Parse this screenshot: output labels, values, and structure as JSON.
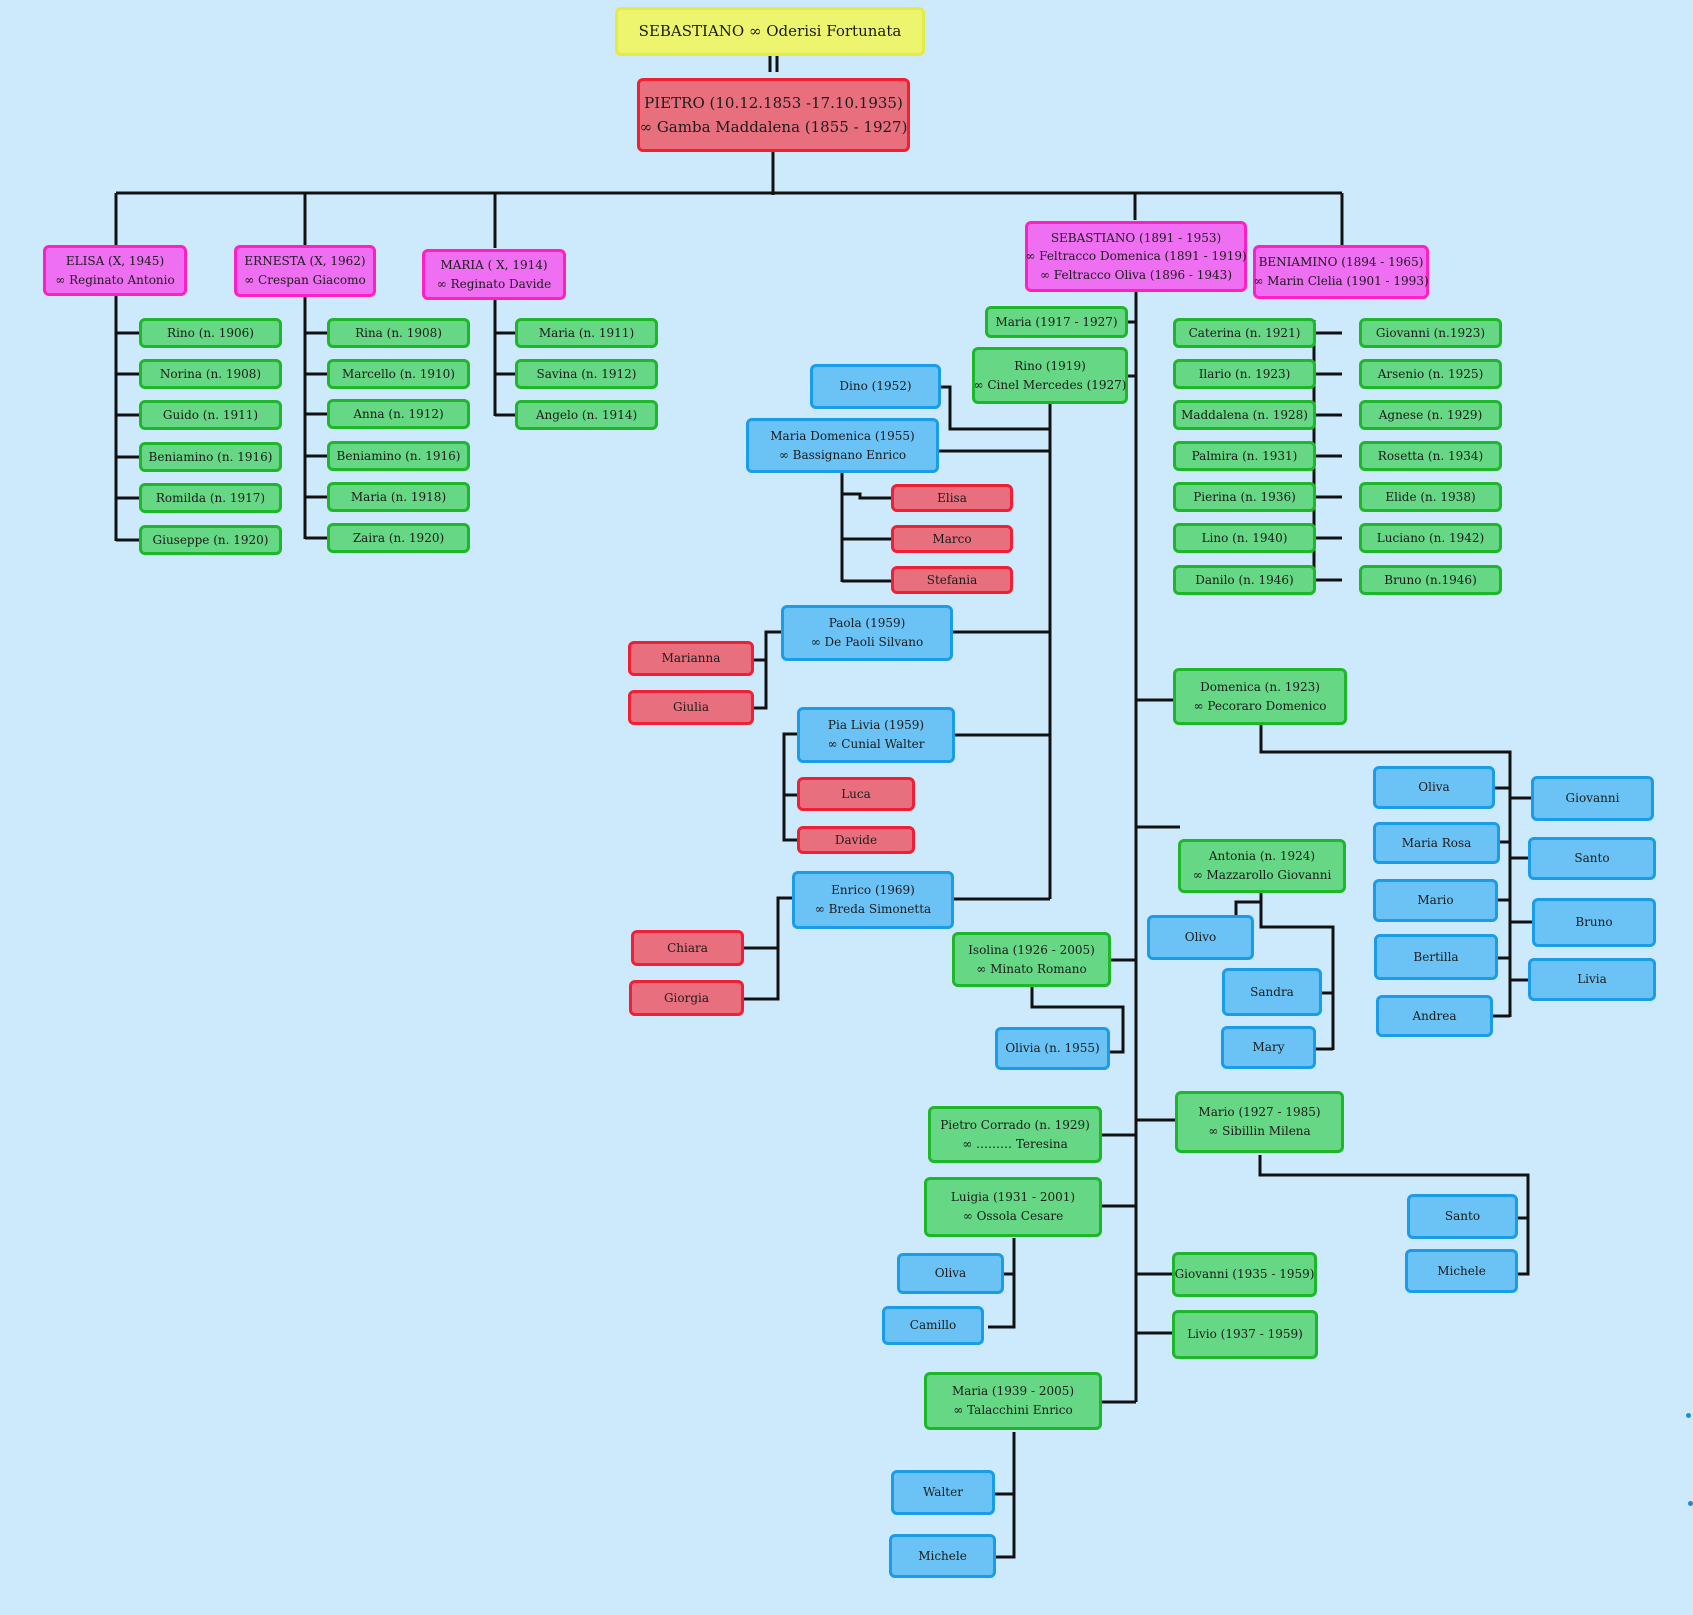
{
  "nodes": {
    "root": {
      "l1": "SEBASTIANO  ∞ Oderisi Fortunata"
    },
    "pietro": {
      "l1": "PIETRO (10.12.1853 -17.10.1935)",
      "l2": "∞ Gamba Maddalena (1855 - 1927)"
    },
    "elisa": {
      "l1": "ELISA (X, 1945)",
      "l2": "∞ Reginato Antonio"
    },
    "ernesta": {
      "l1": "ERNESTA (X, 1962)",
      "l2": "∞ Crespan Giacomo"
    },
    "maria_x": {
      "l1": "MARIA ( X, 1914)",
      "l2": "∞ Reginato Davide"
    },
    "sebastiano2": {
      "l1": "SEBASTIANO (1891 - 1953)",
      "l2": "∞ Feltracco Domenica (1891 - 1919)",
      "l3": "∞ Feltracco Oliva (1896 - 1943)"
    },
    "beniamino": {
      "l1": "BENIAMINO (1894 - 1965)",
      "l2": "∞ Marin Clelia (1901 - 1993)"
    },
    "e1": {
      "l1": "Rino (n. 1906)"
    },
    "e2": {
      "l1": "Norina (n. 1908)"
    },
    "e3": {
      "l1": "Guido (n. 1911)"
    },
    "e4": {
      "l1": "Beniamino (n. 1916)"
    },
    "e5": {
      "l1": "Romilda (n. 1917)"
    },
    "e6": {
      "l1": "Giuseppe (n. 1920)"
    },
    "n1": {
      "l1": "Rina (n. 1908)"
    },
    "n2": {
      "l1": "Marcello (n. 1910)"
    },
    "n3": {
      "l1": "Anna (n. 1912)"
    },
    "n4": {
      "l1": "Beniamino (n. 1916)"
    },
    "n5": {
      "l1": "Maria (n. 1918)"
    },
    "n6": {
      "l1": "Zaira (n. 1920)"
    },
    "mx1": {
      "l1": "Maria (n. 1911)"
    },
    "mx2": {
      "l1": "Savina (n. 1912)"
    },
    "mx3": {
      "l1": "Angelo (n. 1914)"
    },
    "s_maria": {
      "l1": "Maria (1917 - 1927)"
    },
    "s_rino": {
      "l1": "Rino (1919)",
      "l2": "∞ Cinel Mercedes (1927)"
    },
    "dino": {
      "l1": "Dino (1952)"
    },
    "mariadom": {
      "l1": "Maria Domenica (1955)",
      "l2": "∞ Bassignano Enrico"
    },
    "elisa2": {
      "l1": "Elisa"
    },
    "marco": {
      "l1": "Marco"
    },
    "stefania": {
      "l1": "Stefania"
    },
    "paola": {
      "l1": "Paola (1959)",
      "l2": "∞ De Paoli Silvano"
    },
    "marianna": {
      "l1": "Marianna"
    },
    "giulia": {
      "l1": "Giulia"
    },
    "pialivia": {
      "l1": "Pia Livia (1959)",
      "l2": "∞ Cunial Walter"
    },
    "luca": {
      "l1": "Luca"
    },
    "davide": {
      "l1": "Davide"
    },
    "enrico": {
      "l1": "Enrico (1969)",
      "l2": "∞ Breda Simonetta"
    },
    "chiara": {
      "l1": "Chiara"
    },
    "giorgia": {
      "l1": "Giorgia"
    },
    "b1": {
      "l1": "Caterina (n. 1921)"
    },
    "b2": {
      "l1": "Ilario (n. 1923)"
    },
    "b3": {
      "l1": "Maddalena (n. 1928)"
    },
    "b4": {
      "l1": "Palmira (n. 1931)"
    },
    "b5": {
      "l1": "Pierina (n. 1936)"
    },
    "b6": {
      "l1": "Lino (n. 1940)"
    },
    "b7": {
      "l1": "Danilo (n. 1946)"
    },
    "c1": {
      "l1": "Giovanni (n.1923)"
    },
    "c2": {
      "l1": "Arsenio (n. 1925)"
    },
    "c3": {
      "l1": "Agnese (n. 1929)"
    },
    "c4": {
      "l1": "Rosetta (n. 1934)"
    },
    "c5": {
      "l1": "Elide (n. 1938)"
    },
    "c6": {
      "l1": "Luciano (n. 1942)"
    },
    "c7": {
      "l1": "Bruno (n.1946)"
    },
    "domenica": {
      "l1": "Domenica (n. 1923)",
      "l2": "∞ Pecoraro Domenico"
    },
    "d_oliva": {
      "l1": "Oliva"
    },
    "d_mariarosa": {
      "l1": "Maria Rosa"
    },
    "d_mario": {
      "l1": "Mario"
    },
    "d_bertilla": {
      "l1": "Bertilla"
    },
    "d_andrea": {
      "l1": "Andrea"
    },
    "d_giovanni": {
      "l1": "Giovanni"
    },
    "d_santo": {
      "l1": "Santo"
    },
    "d_bruno": {
      "l1": "Bruno"
    },
    "d_livia": {
      "l1": "Livia"
    },
    "antonia": {
      "l1": "Antonia (n. 1924)",
      "l2": "∞ Mazzarollo Giovanni"
    },
    "olivo": {
      "l1": "Olivo"
    },
    "sandra": {
      "l1": "Sandra"
    },
    "mary": {
      "l1": "Mary"
    },
    "isolina": {
      "l1": "Isolina (1926 - 2005)",
      "l2": "∞ Minato Romano"
    },
    "olivia": {
      "l1": "Olivia (n. 1955)"
    },
    "pietroc": {
      "l1": "Pietro Corrado (n. 1929)",
      "l2": "∞ ……… Teresina"
    },
    "mario27": {
      "l1": "Mario (1927 - 1985)",
      "l2": "∞ Sibillin Milena"
    },
    "m_santo": {
      "l1": "Santo"
    },
    "m_michele": {
      "l1": "Michele"
    },
    "luigia": {
      "l1": "Luigia (1931 - 2001)",
      "l2": "∞ Ossola Cesare"
    },
    "l_oliva": {
      "l1": "Oliva"
    },
    "l_camillo": {
      "l1": "Camillo"
    },
    "giovanni35": {
      "l1": "Giovanni (1935 - 1959)"
    },
    "livio": {
      "l1": "Livio (1937 - 1959)"
    },
    "maria39": {
      "l1": "Maria (1939 - 2005)",
      "l2": "∞ Talacchini Enrico"
    },
    "walter": {
      "l1": "Walter"
    },
    "michele2": {
      "l1": "Michele"
    }
  }
}
